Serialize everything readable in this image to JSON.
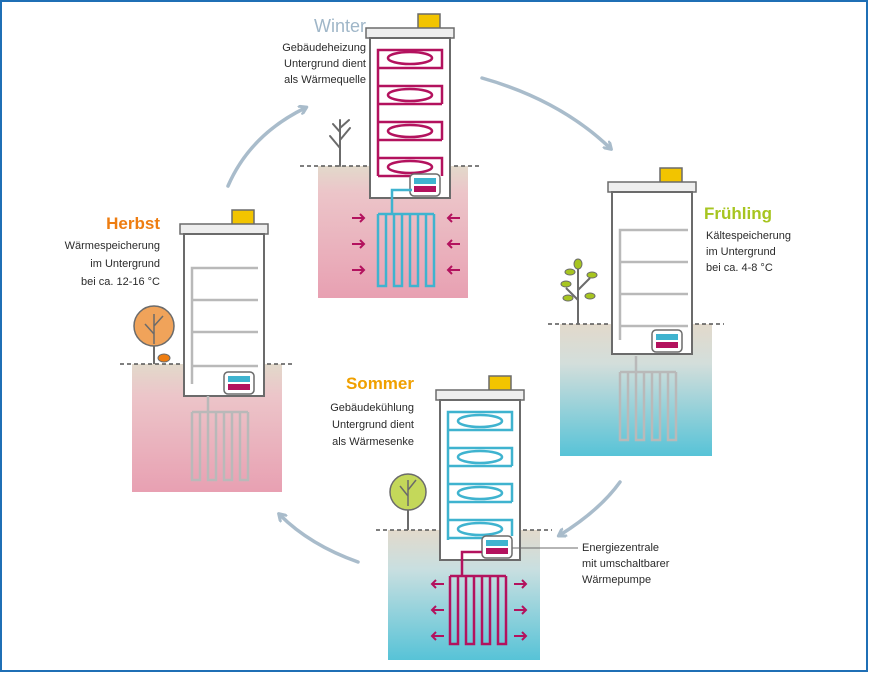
{
  "colors": {
    "magenta": "#b3125e",
    "cyan": "#3fb3cf",
    "grey_pipe": "#b9b9b9",
    "outline": "#6b6b6b",
    "arrow": "#a9bccb",
    "soil": "#e2d9cb",
    "warm_ground": "#e8a0b2",
    "cold_ground": "#57c3d7",
    "cap": "#f2c400",
    "winter": "#9fb6c8",
    "spring": "#a7c520",
    "summer": "#f0a000",
    "autumn": "#ee7d11"
  },
  "seasons": {
    "winter": {
      "title": "Winter",
      "lines": [
        "Gebäudeheizung",
        "Untergrund dient",
        "als Wärmequelle"
      ]
    },
    "spring": {
      "title": "Frühling",
      "lines": [
        "Kältespeicherung",
        "im Untergrund",
        "bei ca. 4-8 °C"
      ]
    },
    "summer": {
      "title": "Sommer",
      "lines": [
        "Gebäudekühlung",
        "Untergrund dient",
        "als Wärmesenke"
      ]
    },
    "autumn": {
      "title": "Herbst",
      "lines": [
        "Wärmespeicherung",
        "im Untergrund",
        "bei ca. 12-16 °C"
      ]
    }
  },
  "callout": {
    "lines": [
      "Energiezentrale",
      "mit umschaltbarer",
      "Wärmepumpe"
    ]
  }
}
